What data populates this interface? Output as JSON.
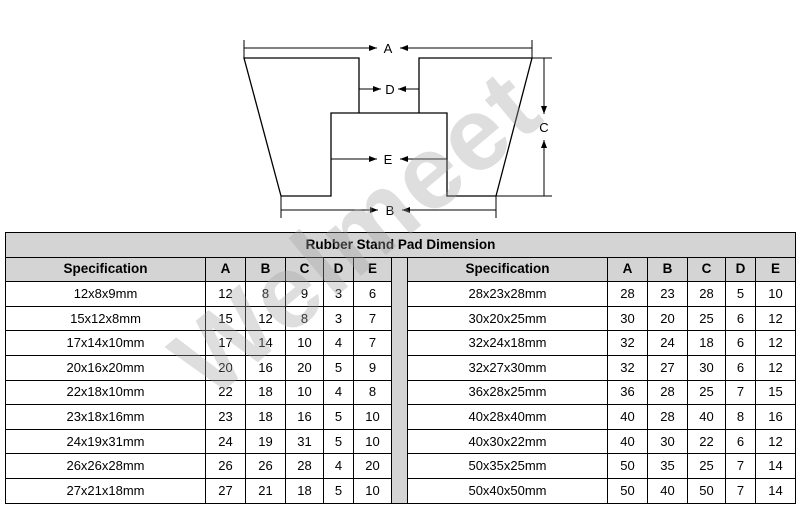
{
  "diagram": {
    "labels": {
      "a": "A",
      "b": "B",
      "c": "C",
      "d": "D",
      "e": "E"
    }
  },
  "watermark": "Welmeet",
  "table": {
    "title": "Rubber Stand Pad Dimension",
    "headers": [
      "Specification",
      "A",
      "B",
      "C",
      "D",
      "E"
    ],
    "left_rows": [
      [
        "12x8x9mm",
        "12",
        "8",
        "9",
        "3",
        "6"
      ],
      [
        "15x12x8mm",
        "15",
        "12",
        "8",
        "3",
        "7"
      ],
      [
        "17x14x10mm",
        "17",
        "14",
        "10",
        "4",
        "7"
      ],
      [
        "20x16x20mm",
        "20",
        "16",
        "20",
        "5",
        "9"
      ],
      [
        "22x18x10mm",
        "22",
        "18",
        "10",
        "4",
        "8"
      ],
      [
        "23x18x16mm",
        "23",
        "18",
        "16",
        "5",
        "10"
      ],
      [
        "24x19x31mm",
        "24",
        "19",
        "31",
        "5",
        "10"
      ],
      [
        "26x26x28mm",
        "26",
        "26",
        "28",
        "4",
        "20"
      ],
      [
        "27x21x18mm",
        "27",
        "21",
        "18",
        "5",
        "10"
      ]
    ],
    "right_rows": [
      [
        "28x23x28mm",
        "28",
        "23",
        "28",
        "5",
        "10"
      ],
      [
        "30x20x25mm",
        "30",
        "20",
        "25",
        "6",
        "12"
      ],
      [
        "32x24x18mm",
        "32",
        "24",
        "18",
        "6",
        "12"
      ],
      [
        "32x27x30mm",
        "32",
        "27",
        "30",
        "6",
        "12"
      ],
      [
        "36x28x25mm",
        "36",
        "28",
        "25",
        "7",
        "15"
      ],
      [
        "40x28x40mm",
        "40",
        "28",
        "40",
        "8",
        "16"
      ],
      [
        "40x30x22mm",
        "40",
        "30",
        "22",
        "6",
        "12"
      ],
      [
        "50x35x25mm",
        "50",
        "35",
        "25",
        "7",
        "14"
      ],
      [
        "50x40x50mm",
        "50",
        "40",
        "50",
        "7",
        "14"
      ]
    ]
  }
}
